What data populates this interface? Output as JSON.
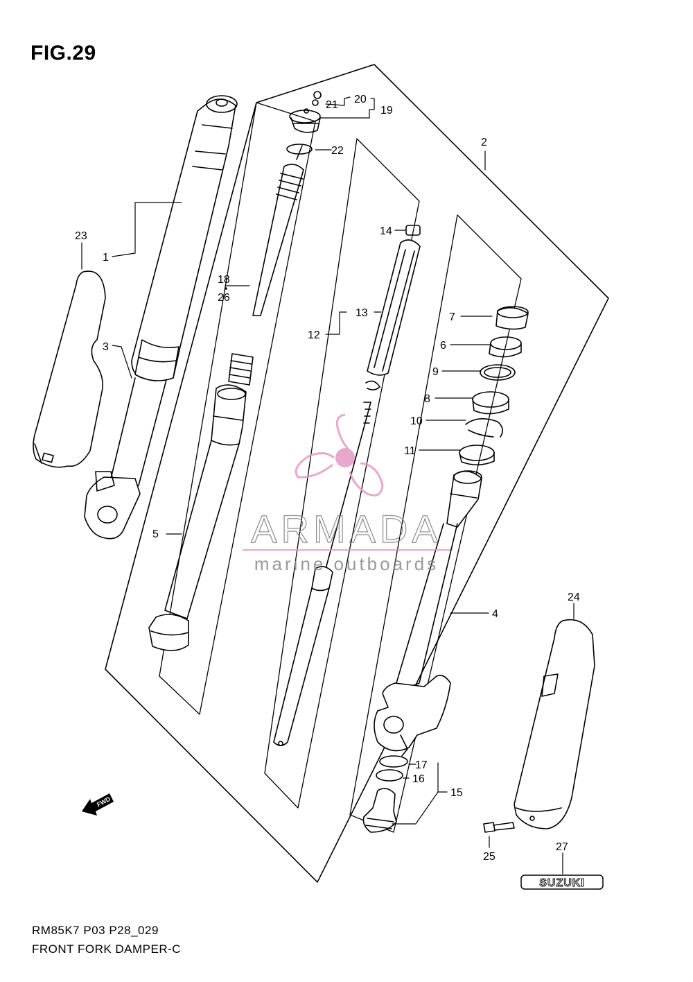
{
  "figure": {
    "title": "FIG.29",
    "model_code": "RM85K7 P03 P28_029",
    "caption": "FRONT FORK DAMPER-C"
  },
  "callouts": [
    "1",
    "2",
    "3",
    "4",
    "5",
    "6",
    "7",
    "8",
    "9",
    "10",
    "11",
    "12",
    "13",
    "14",
    "15",
    "16",
    "17",
    "18",
    "26",
    "19",
    "20",
    "21",
    "22",
    "23",
    "24",
    "25",
    "27"
  ],
  "fwd_label": "FWD",
  "brand_plate": "SUZUKI",
  "watermark": {
    "name": "ARMADA",
    "tagline": "marine outboards",
    "color": "#e39ac6"
  },
  "colors": {
    "line": "#000000",
    "background": "#ffffff"
  }
}
